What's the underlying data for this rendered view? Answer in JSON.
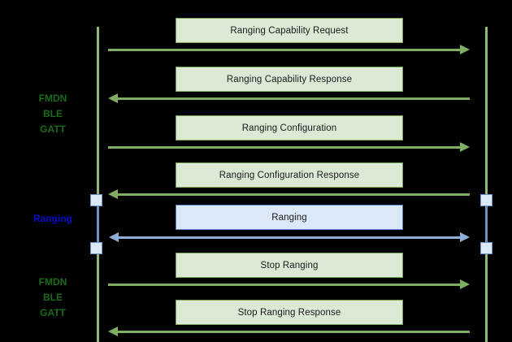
{
  "diagram": {
    "title_none": "",
    "background_color": "#000000",
    "colors": {
      "green_line": "#7fae63",
      "green_box_fill": "#dce9d5",
      "green_box_border": "#7aa85e",
      "green_label_text": "#1b6b1b",
      "blue_line": "#8eafd6",
      "blue_box_fill": "#dbe8f7",
      "blue_box_border": "#5f86bb",
      "blue_lifeline": "#6d93c4",
      "blue_label_text": "#0b0bcf",
      "message_text": "#1a1a1a"
    },
    "phase_labels": [
      {
        "name": "phase-label-fmdn-top",
        "lines": [
          "FMDN",
          "BLE",
          "GATT"
        ],
        "color_key": "green"
      },
      {
        "name": "phase-label-ranging",
        "lines": [
          "Ranging"
        ],
        "color_key": "blue"
      },
      {
        "name": "phase-label-fmdn-bottom",
        "lines": [
          "FMDN",
          "BLE",
          "GATT"
        ],
        "color_key": "green"
      }
    ],
    "messages": [
      {
        "label": "Ranging Capability Request",
        "style": "green",
        "direction": "right"
      },
      {
        "label": "Ranging Capability Response",
        "style": "green",
        "direction": "left"
      },
      {
        "label": "Ranging Configuration",
        "style": "green",
        "direction": "right"
      },
      {
        "label": "Ranging Configuration Response",
        "style": "green",
        "direction": "left"
      },
      {
        "label": "Ranging",
        "style": "blue",
        "direction": "both"
      },
      {
        "label": "Stop Ranging",
        "style": "green",
        "direction": "right"
      },
      {
        "label": "Stop Ranging Response",
        "style": "green",
        "direction": "left"
      }
    ]
  }
}
